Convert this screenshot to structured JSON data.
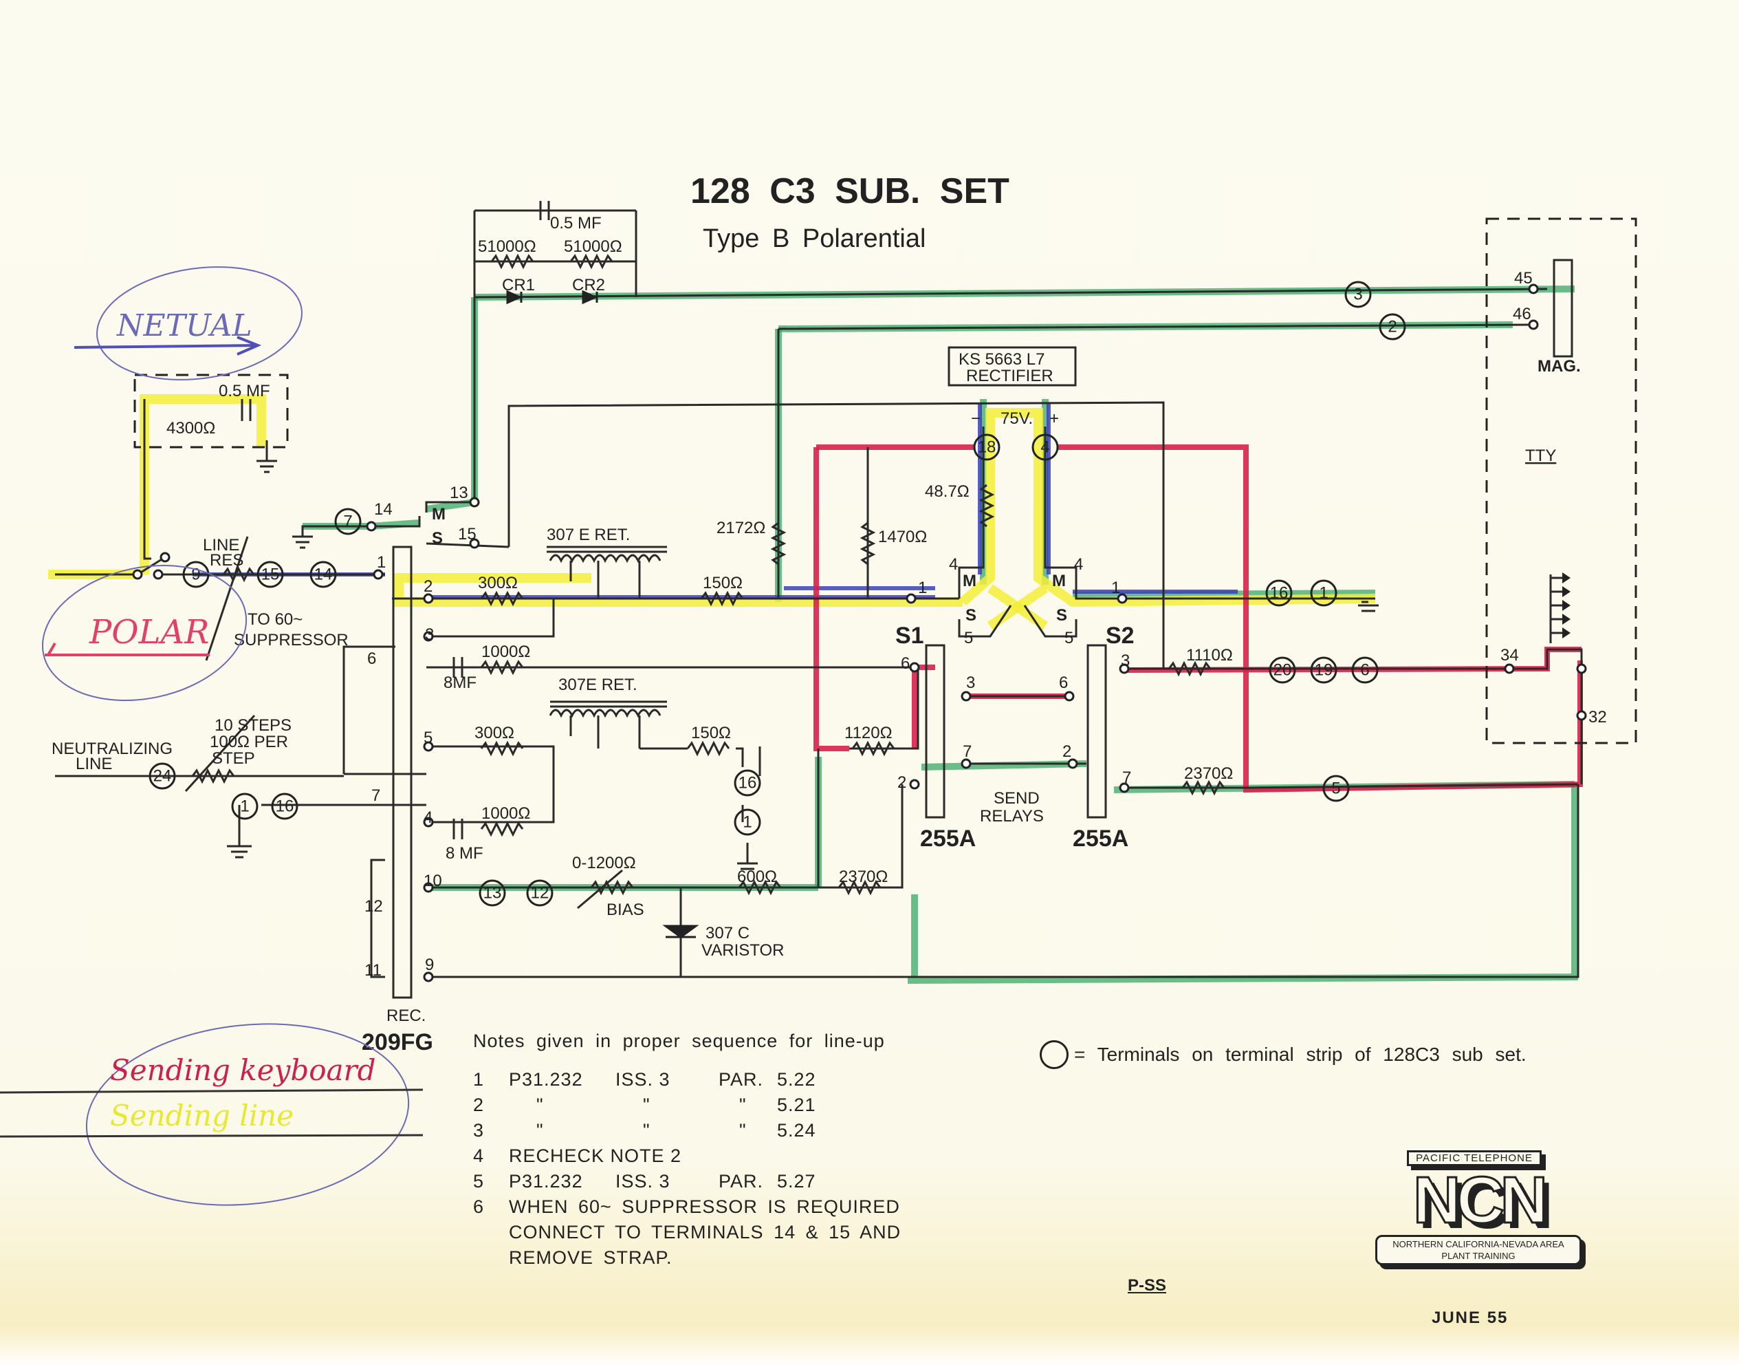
{
  "title": "128 C3  SUB.  SET",
  "subtitle": "Type B  Polarential",
  "components": {
    "cap_top": "0.5 MF",
    "res_top_left": "51000Ω",
    "res_top_right": "51000Ω",
    "cr1": "CR1",
    "cr2": "CR2",
    "suppressor_cap": "0.5 MF",
    "suppressor_coil": "4300Ω",
    "rectifier_line1": "KS 5663  L7",
    "rectifier_line2": "RECTIFIER",
    "rect_voltage": "75V.",
    "rect_plus": "+",
    "rect_minus": "−",
    "r487": "48.7Ω",
    "r2172": "2172Ω",
    "r1470": "1470Ω",
    "r150a": "150Ω",
    "r150b": "150Ω",
    "r300a": "300Ω",
    "r300b": "300Ω",
    "r1000a": "1000Ω",
    "r1000b": "1000Ω",
    "cap8a": "8MF",
    "cap8b": "8 MF",
    "ret1": "307 E   RET.",
    "ret2": "307E   RET.",
    "bias_res": "0-1200Ω",
    "bias_label": "BIAS",
    "r600": "600Ω",
    "r2370a": "2370Ω",
    "r2370b": "2370Ω",
    "r1120": "1120Ω",
    "r1110": "1110Ω",
    "varistor_line1": "307 C",
    "varistor_line2": "VARISTOR",
    "line_res_1": "LINE",
    "line_res_2": "RES",
    "suppressor_note_1": "TO 60~",
    "suppressor_note_2": "SUPPRESSOR",
    "neutralizing_1": "NEUTRALIZING",
    "neutralizing_2": "LINE",
    "steps_1": "10  STEPS",
    "steps_2": "100Ω PER",
    "steps_3": "STEP",
    "rec_label": "REC.",
    "rec_type": "209FG",
    "s1": "S1",
    "s2": "S2",
    "relay_type_1": "255A",
    "relay_type_2": "255A",
    "send_relays_1": "SEND",
    "send_relays_2": "RELAYS",
    "mag": "MAG.",
    "tty": "TTY",
    "mag_45": "45",
    "mag_46": "46",
    "tty_34": "34",
    "tty_32": "32",
    "m": "M",
    "s": "S"
  },
  "terminals": {
    "t3": "3",
    "t2": "2",
    "t18": "18",
    "t4": "4",
    "t7": "7",
    "t9": "9",
    "t15": "15",
    "t14": "14",
    "t24": "24",
    "t1a": "1",
    "t16a": "16",
    "t16b": "16",
    "t1b": "1",
    "t16c": "16",
    "t1c": "1",
    "t13": "13",
    "t12": "12",
    "t20": "20",
    "t19": "19",
    "t6": "6",
    "t5": "5"
  },
  "pins": {
    "p13": "13",
    "p14": "14",
    "p15": "15",
    "p1": "1",
    "p2": "2",
    "p3": "3",
    "p6": "6",
    "p5": "5",
    "p7": "7",
    "p4": "4",
    "p10": "10",
    "p12": "12",
    "p11": "11",
    "p9": "9"
  },
  "handwritten": {
    "netual": "NETUAL",
    "polar": "POLAR",
    "sending_keyboard": "Sending keyboard",
    "sending_line": "Sending line"
  },
  "notes": {
    "heading": "Notes given in proper sequence for line-up",
    "items": [
      {
        "n": "1",
        "a": "P31.232",
        "b": "ISS. 3",
        "c": "PAR.",
        "d": "5.22"
      },
      {
        "n": "2",
        "a": "\"",
        "b": "\"",
        "c": "\"",
        "d": "5.21"
      },
      {
        "n": "3",
        "a": "\"",
        "b": "\"",
        "c": "\"",
        "d": "5.24"
      },
      {
        "n": "4",
        "a": "RECHECK  NOTE  2",
        "b": "",
        "c": "",
        "d": ""
      },
      {
        "n": "5",
        "a": "P31.232",
        "b": "ISS. 3",
        "c": "PAR.",
        "d": "5.27"
      },
      {
        "n": "6",
        "a": "WHEN  60~  SUPPRESSOR  IS  REQUIRED",
        "b": "",
        "c": "",
        "d": ""
      },
      {
        "n": "",
        "a": "CONNECT  TO  TERMINALS  14  &  15  AND",
        "b": "",
        "c": "",
        "d": ""
      },
      {
        "n": "",
        "a": "REMOVE  STRAP.",
        "b": "",
        "c": "",
        "d": ""
      }
    ]
  },
  "legend": "= Terminals on terminal strip of 128C3 sub set.",
  "logo": {
    "top": "PACIFIC  TELEPHONE",
    "main": "NCN",
    "bottom1": "NORTHERN CALIFORNIA-NEVADA AREA",
    "bottom2": "PLANT TRAINING"
  },
  "page_code": "P-SS",
  "date": "JUNE  55",
  "colors": {
    "paper": "#fbf9ec",
    "ink": "#222222",
    "highlight_yellow": "#f3ef3a",
    "highlight_green": "#3aa865",
    "highlight_blue": "#3a3fc0",
    "highlight_red": "#d8204a",
    "pencil_blue": "#6a6ab8",
    "pencil_pink": "#e0406a"
  }
}
